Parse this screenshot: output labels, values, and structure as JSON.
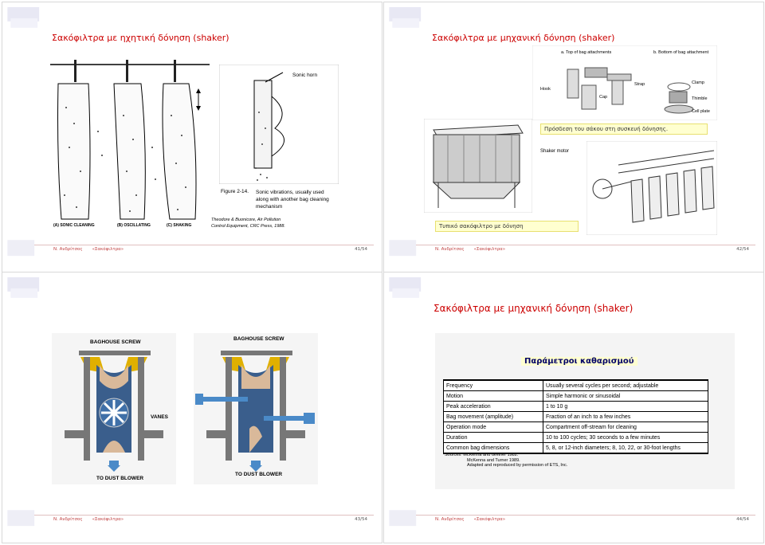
{
  "slides": [
    {
      "title": "Σακόφιλτρα με ηχητική δόνηση (shaker)",
      "labels": {
        "sonic_horn": "Sonic horn",
        "figure": "Figure 2-14.",
        "figure_text": "Sonic vibrations, usually used along with another bag cleaning mechanism",
        "cap_a": "(A) SONIC CLEANING",
        "cap_b": "(B) OSCILLATING",
        "cap_c": "(C) SHAKING",
        "reference": "Theodore & Buonicore, Air Pollution Control Equipment, CRC Press, 1988."
      },
      "footer": {
        "author": "Ν. Ανδρίτσος",
        "topic": "«Σακόφιλτρα»",
        "page": "41/54"
      }
    },
    {
      "title": "Σακόφιλτρα με μηχανική δόνηση (shaker)",
      "labels": {
        "top_attach": "a.  Top of bag attachments",
        "bottom_attach": "b.  Bottom of bag attachment",
        "hook": "Hook",
        "cap": "Cap",
        "strap": "Strap",
        "clamp": "Clamp",
        "thimble": "Thimble",
        "cell_plate": "Cell plate",
        "attach_caption": "Πρόσδεση του σάκου στη συσκευή δόνησης.",
        "shaker_motor": "Shaker motor",
        "typical_caption": "Τυπικό σακόφιλτρο με δόνηση"
      },
      "footer": {
        "author": "Ν. Ανδρίτσος",
        "topic": "«Σακόφιλτρα»",
        "page": "42/54"
      }
    },
    {
      "labels": {
        "screw_left": "BAGHOUSE SCREW",
        "screw_right": "BAGHOUSE SCREW",
        "vanes": "VANES",
        "blower_left": "TO DUST BLOWER",
        "blower_right": "TO DUST BLOWER"
      },
      "footer": {
        "author": "Ν. Ανδρίτσος",
        "topic": "«Σακόφιλτρα»",
        "page": "43/54"
      }
    },
    {
      "title": "Σακόφιλτρα με μηχανική δόνηση (shaker)",
      "params_title": "Παράμετροι καθαρισμού",
      "table": [
        [
          "Frequency",
          "Usually several cycles per second; adjustable"
        ],
        [
          "Motion",
          "Simple harmonic or sinusoidal"
        ],
        [
          "Peak acceleration",
          "1 to 10 g"
        ],
        [
          "Bag movement (amplitude)",
          "Fraction of an inch to a few inches"
        ],
        [
          "Operation mode",
          "Compartment off-stream for cleaning"
        ],
        [
          "Duration",
          "10 to 100 cycles; 30 seconds to a few minutes"
        ],
        [
          "Common bag dimensions",
          "5, 8, or 12-inch diameters; 8, 10, 22, or 30-foot lengths"
        ]
      ],
      "sources": [
        "Sources: McKenna and Greiner 1982.",
        "McKenna and Turner 1989.",
        "Adapted and reproduced by permission of ETS, Inc."
      ],
      "footer": {
        "author": "Ν. Ανδρίτσος",
        "topic": "«Σακόφιλτρα»",
        "page": "44/54"
      }
    }
  ]
}
